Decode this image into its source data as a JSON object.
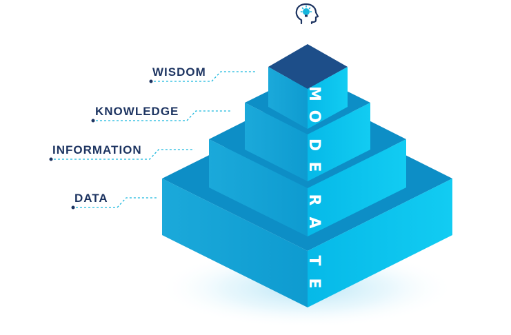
{
  "levels": [
    {
      "label": "WISDOM"
    },
    {
      "label": "KNOWLEDGE"
    },
    {
      "label": "INFORMATION"
    },
    {
      "label": "DATA"
    }
  ],
  "vertical_text": [
    "M",
    "O",
    "D",
    "E",
    "R",
    "A",
    "T",
    "E"
  ],
  "top_icon": "head-with-lightbulb-icon",
  "colors": {
    "label_text": "#1d3461",
    "leader_line": "#16b6dd",
    "top_cap": "#1d4e89",
    "left_face": "#0fa6d8",
    "right_face": "#0bc6ee",
    "step_top": "#0d93c9",
    "letters": "#ffffff"
  }
}
